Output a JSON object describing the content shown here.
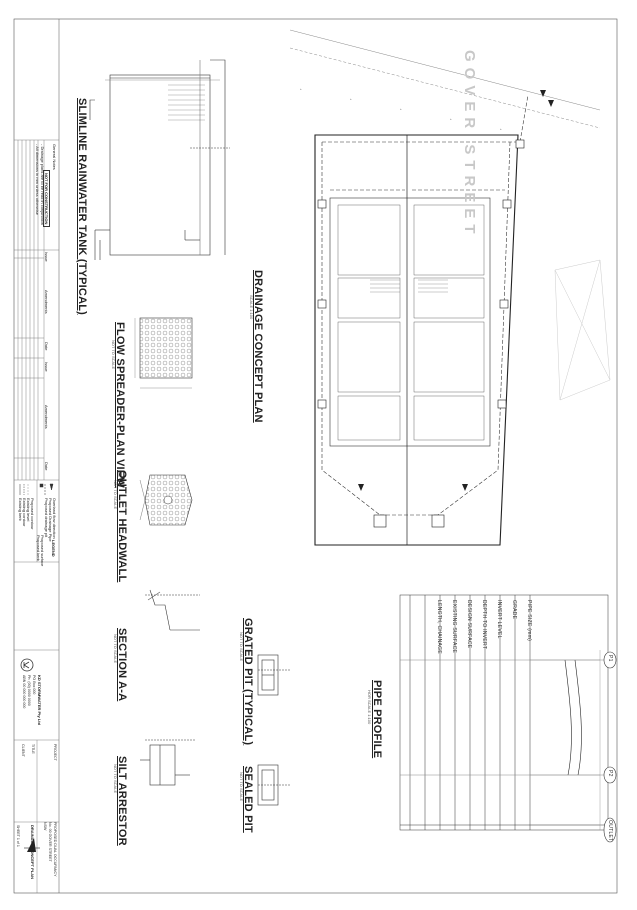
{
  "street": "GOVER STREET",
  "titles": {
    "drainage_plan": "DRAINAGE CONCEPT PLAN",
    "pipe_profile": "PIPE PROFILE",
    "tank": "SLIMLINE RAINWATER TANK (TYPICAL)",
    "flow_spreader": "FLOW SPREADER-PLAN VIEW",
    "outlet_headwall": "OUTLET HEADWALL",
    "section_aa": "SECTION A-A",
    "grated_pit": "GRATED PIT (TYPICAL)",
    "sealed_pit": "SEALED PIT",
    "silt_arrestor": "SILT ARRESTOR"
  },
  "scales": {
    "plan": "SCALE 1:100",
    "profile": "HOR SCALE 1:100",
    "detail": "NOT TO SCALE"
  },
  "profile": {
    "rows": [
      "PIPE SIZE (mm)",
      "GRADE",
      "INVERT LEVEL",
      "DEPTH TO INVERT",
      "DESIGN SURFACE",
      "EXISTING SURFACE",
      "LENGTH, CHAINAGE"
    ],
    "pits": [
      "P1",
      "P2",
      "OUTLET"
    ]
  },
  "general_notes": {
    "heading": "General Notes",
    "stamp": "NOT FOR CONSTRUCTION",
    "lines": [
      "- Drainage plans are to be read in conjunction",
      "- All dimensions in mm unless otherwise"
    ]
  },
  "amend_header": [
    "Issue",
    "Amendments",
    "Date",
    "Issue",
    "Amendments",
    "Date"
  ],
  "legend": {
    "heading": "LEGEND",
    "items": [
      "Existing kerb",
      "Existing contour",
      "Existing level",
      "Proposed contour",
      "Proposed kerb",
      "Proposed surface",
      "Proposed drainage pit",
      "Proposed Drainage Pipe",
      "Overland flow direction"
    ]
  },
  "company": {
    "name": "KD STORMWATER Pty Ltd",
    "lines": [
      "PO Box 000",
      "Ph: (00) 0000 0000",
      "ABN 00 000 000 000"
    ]
  },
  "project": {
    "label": "PROJECT",
    "lines": [
      "PROPOSED DUAL OCCUPANCY",
      "No. 00 GOVER STREET",
      "NSW"
    ]
  },
  "drawing": {
    "title_label": "TITLE",
    "title": "DRAINAGE CONCEPT PLAN",
    "client_label": "CLIENT",
    "sheet": "SHEET 1 of 1"
  }
}
